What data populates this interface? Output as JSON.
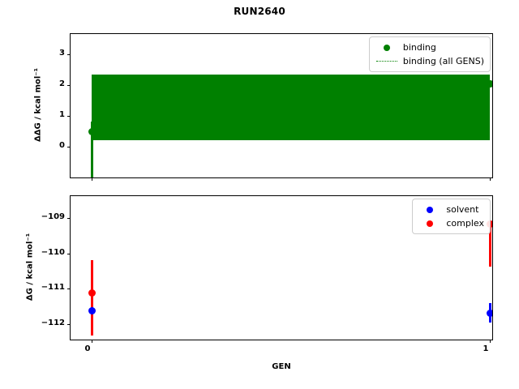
{
  "figure": {
    "title": "RUN2640",
    "xlabel": "GEN"
  },
  "top_panel": {
    "ylabel": "ΔΔG / kcal mol⁻¹",
    "yticks": [
      "0",
      "1",
      "2",
      "3"
    ],
    "legend": [
      {
        "label": "binding",
        "marker": "dot",
        "color": "#008000"
      },
      {
        "label": "binding (all GENS)",
        "marker": "dotted-line",
        "color": "#008000"
      }
    ]
  },
  "bottom_panel": {
    "ylabel": "ΔG / kcal mol⁻¹",
    "yticks": [
      "−109",
      "−110",
      "−111",
      "−112"
    ],
    "legend": [
      {
        "label": "solvent",
        "marker": "dot",
        "color": "#0000ff"
      },
      {
        "label": "complex",
        "marker": "dot",
        "color": "#ff0000"
      }
    ]
  },
  "xticks": [
    "0",
    "1"
  ],
  "chart_data": [
    {
      "type": "line",
      "panel": "top",
      "title": "RUN2640",
      "xlabel": "GEN",
      "ylabel": "ΔΔG / kcal mol⁻¹",
      "x": [
        0,
        1
      ],
      "xlim": [
        -0.07,
        1.07
      ],
      "ylim": [
        -0.95,
        3.55
      ],
      "grid": false,
      "legend_position": "upper right",
      "series": [
        {
          "name": "binding",
          "color": "#008000",
          "marker": "o",
          "values": [
            0.5,
            2.05
          ],
          "yerr_low": [
            1.1,
            0.0
          ],
          "yerr_high": [
            0.0,
            0.0
          ]
        },
        {
          "name": "binding (all GENS)",
          "color": "#008000",
          "linestyle": "dotted",
          "note": "dense overlay of many GEN traces forming a filled band",
          "band_low": 0.2,
          "band_high": 2.35
        }
      ]
    },
    {
      "type": "scatter",
      "panel": "bottom",
      "xlabel": "GEN",
      "ylabel": "ΔG / kcal mol⁻¹",
      "x": [
        0,
        1
      ],
      "xlim": [
        -0.07,
        1.07
      ],
      "ylim": [
        -112.75,
        -108.4
      ],
      "grid": false,
      "legend_position": "upper right",
      "series": [
        {
          "name": "solvent",
          "color": "#0000ff",
          "marker": "o",
          "values": [
            -111.8,
            -111.9
          ],
          "yerr": [
            0.08,
            0.22
          ]
        },
        {
          "name": "complex",
          "color": "#ff0000",
          "marker": "o",
          "values": [
            -111.3,
            -109.85
          ],
          "yerr_low": [
            1.05,
            1.15
          ],
          "yerr_high": [
            1.1,
            0.12
          ]
        }
      ]
    }
  ]
}
